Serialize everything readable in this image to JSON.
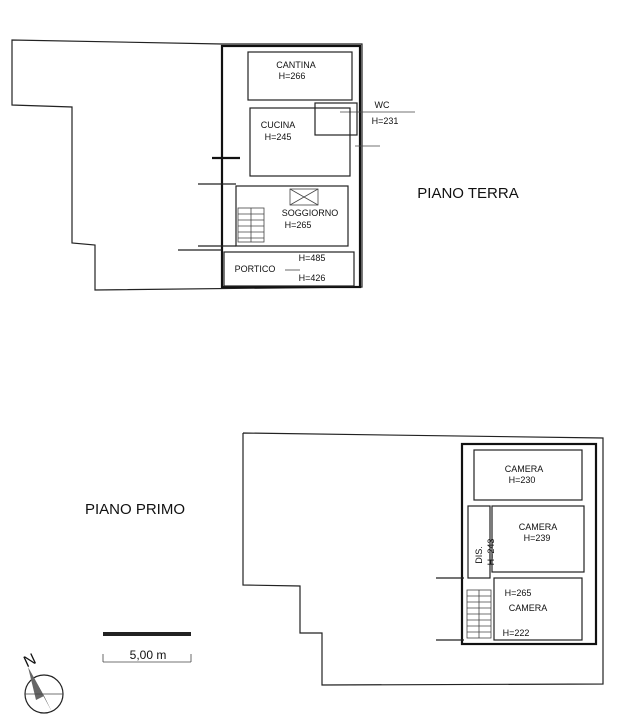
{
  "piano_terra": {
    "title": "PIANO TERRA",
    "rooms": {
      "cantina": {
        "name": "CANTINA",
        "height": "H=266"
      },
      "wc": {
        "name": "WC",
        "height": "H=231"
      },
      "cucina": {
        "name": "CUCINA",
        "height": "H=245"
      },
      "soggiorno": {
        "name": "SOGGIORNO",
        "height": "H=265"
      },
      "portico": {
        "name": "PORTICO",
        "height_1": "H=485",
        "height_2": "H=426"
      }
    }
  },
  "piano_primo": {
    "title": "PIANO PRIMO",
    "rooms": {
      "camera_1": {
        "name": "CAMERA",
        "height": "H=230"
      },
      "camera_2": {
        "name": "CAMERA",
        "height": "H=239"
      },
      "dis": {
        "name": "DIS.",
        "height": "H=243"
      },
      "camera_3": {
        "name": "CAMERA",
        "height_1": "H=265",
        "height_2": "H=222"
      }
    }
  },
  "scale": {
    "label": "5,00 m"
  },
  "compass": {
    "north_label": "N"
  }
}
